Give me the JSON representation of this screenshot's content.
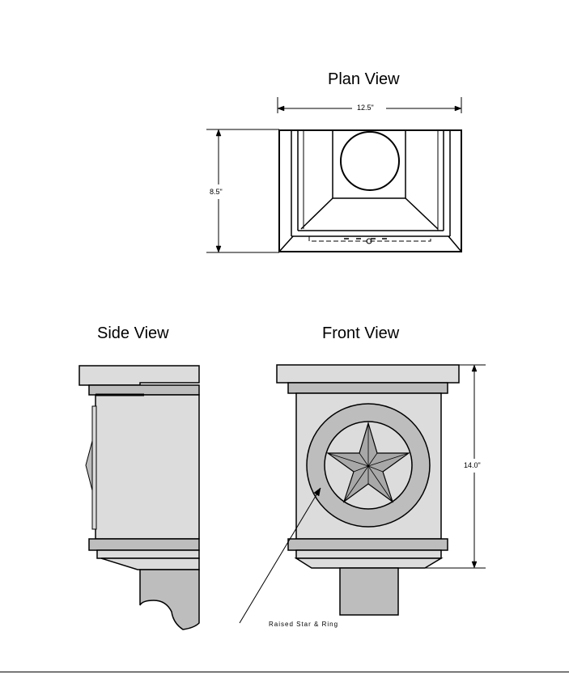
{
  "plan_view": {
    "title": "Plan View",
    "width_label": "12.5\"",
    "depth_label": "8.5\""
  },
  "side_view": {
    "title": "Side View"
  },
  "front_view": {
    "title": "Front View",
    "height_label": "14.0\"",
    "callout": "Raised Star & Ring"
  },
  "colors": {
    "line": "#000000",
    "light_fill": "#dcdcdc",
    "mid_fill": "#bdbdbd",
    "dark_fill": "#a8a8a8"
  }
}
